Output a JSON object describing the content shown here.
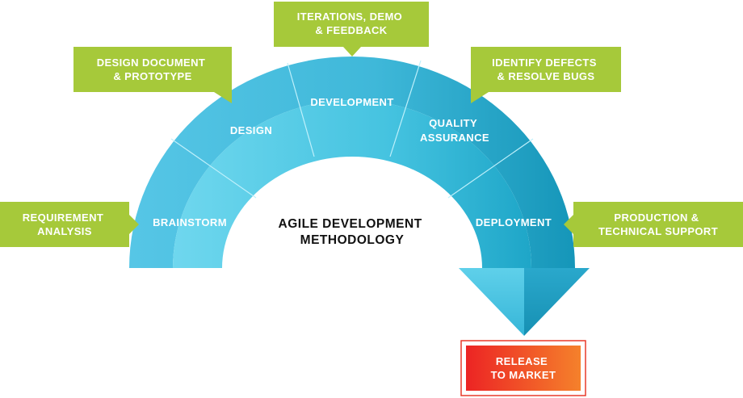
{
  "center_title": {
    "line1": "AGILE DEVELOPMENT",
    "line2": "METHODOLOGY"
  },
  "segments": [
    {
      "label": [
        "BRAINSTORM"
      ]
    },
    {
      "label": [
        "DESIGN"
      ]
    },
    {
      "label": [
        "DEVELOPMENT"
      ]
    },
    {
      "label": [
        "QUALITY",
        "ASSURANCE"
      ]
    },
    {
      "label": [
        "DEPLOYMENT"
      ]
    }
  ],
  "callouts": {
    "requirement": [
      "REQUIREMENT",
      "ANALYSIS"
    ],
    "design_doc": [
      "DESIGN DOCUMENT",
      "& PROTOTYPE"
    ],
    "iterations": [
      "ITERATIONS, DEMO",
      "& FEEDBACK"
    ],
    "defects": [
      "IDENTIFY DEFECTS",
      "& RESOLVE BUGS"
    ],
    "production": [
      "PRODUCTION &",
      "TECHNICAL SUPPORT"
    ]
  },
  "release": [
    "RELEASE",
    "TO MARKET"
  ],
  "colors": {
    "callout_green": "#a6c93a",
    "arc_light": "#5ccfe6",
    "arc_dark": "#1597b8",
    "release_red": "#ed2a2a",
    "release_orange": "#f47b2a"
  }
}
